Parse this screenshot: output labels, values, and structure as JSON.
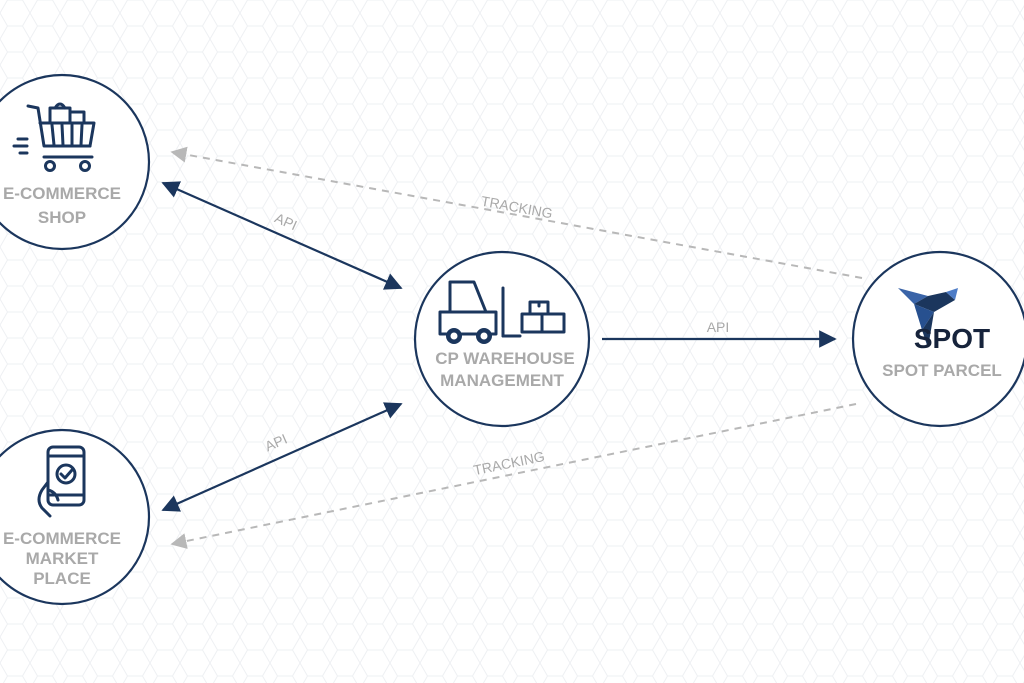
{
  "colors": {
    "node_border": "#1b365d",
    "label_gray": "#a9a9a9",
    "api_arrow": "#1b365d",
    "tracking_arrow": "#b8b8b8",
    "background_pattern": "#eef0f3"
  },
  "nodes": {
    "shop": {
      "label_lines": [
        "E-COMMERCE",
        "SHOP"
      ],
      "icon": "shopping-cart-icon"
    },
    "marketplace": {
      "label_lines": [
        "E-COMMERCE",
        "MARKET",
        "PLACE"
      ],
      "icon": "mobile-hand-icon"
    },
    "warehouse": {
      "label_lines": [
        "CP WAREHOUSE",
        "MANAGEMENT"
      ],
      "icon": "forklift-icon"
    },
    "spot": {
      "label_lines": [
        "SPOT PARCEL"
      ],
      "icon": "spot-bird-logo-icon",
      "logo_text": "SPOT"
    }
  },
  "edges": {
    "shop_warehouse": {
      "label": "API",
      "style": "solid",
      "direction": "both"
    },
    "marketplace_warehouse": {
      "label": "API",
      "style": "solid",
      "direction": "both"
    },
    "warehouse_spot": {
      "label": "API",
      "style": "solid",
      "direction": "forward"
    },
    "spot_shop": {
      "label": "TRACKING",
      "style": "dashed",
      "direction": "forward"
    },
    "spot_marketplace": {
      "label": "TRACKING",
      "style": "dashed",
      "direction": "forward"
    }
  }
}
